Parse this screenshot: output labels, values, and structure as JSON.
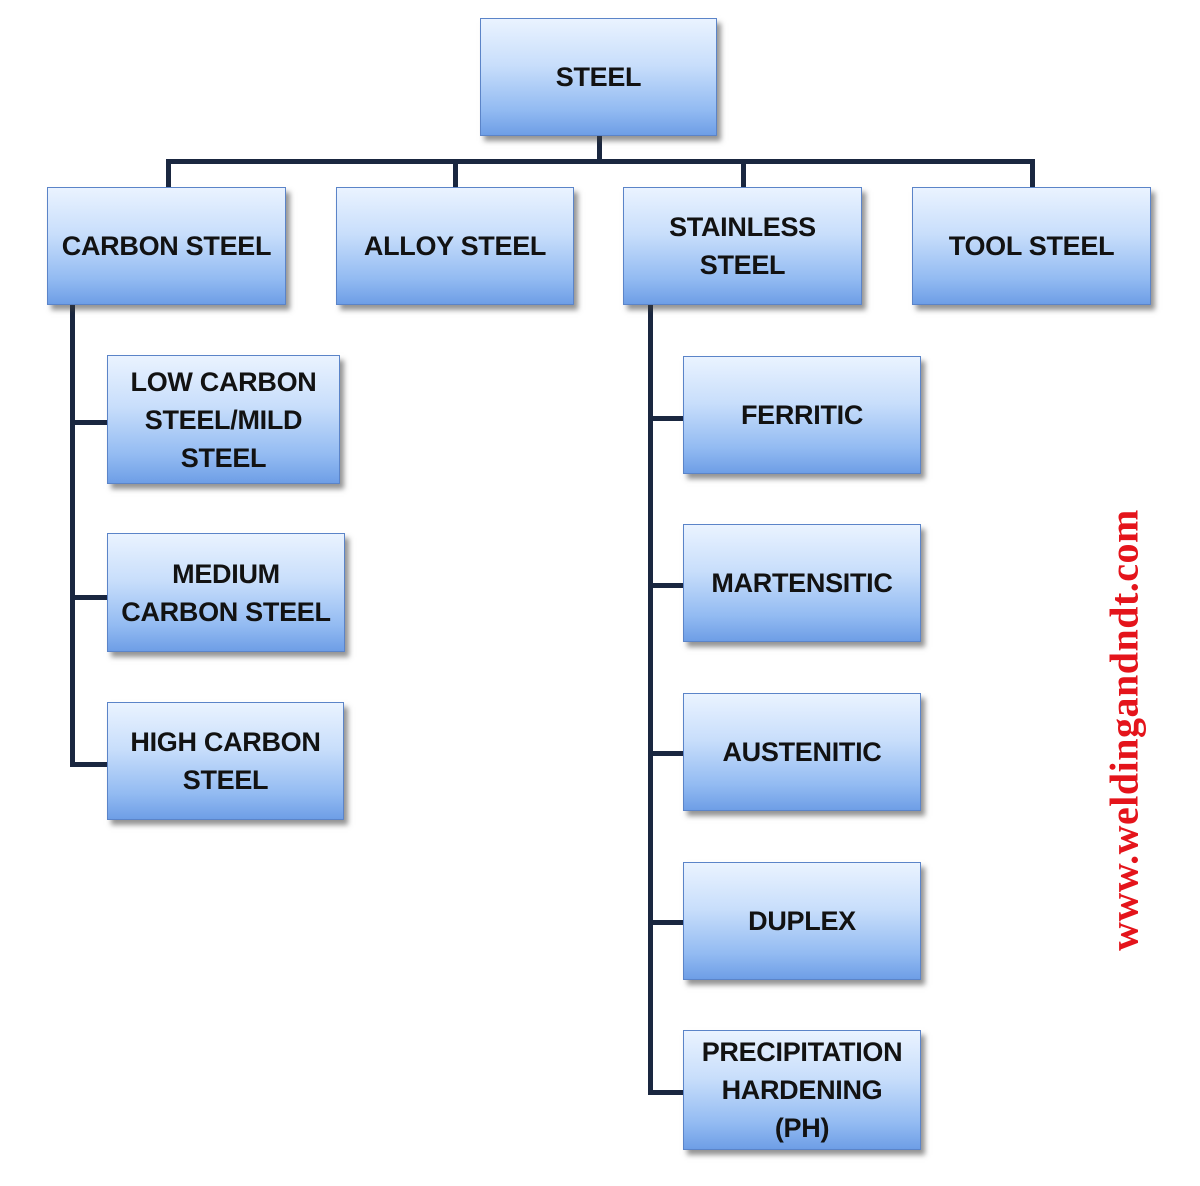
{
  "diagram": {
    "root": {
      "label": "STEEL"
    },
    "categories": [
      {
        "label": "CARBON STEEL"
      },
      {
        "label": "ALLOY STEEL"
      },
      {
        "label": "STAINLESS STEEL"
      },
      {
        "label": "TOOL STEEL"
      }
    ],
    "carbon_steel_types": [
      {
        "label": "LOW CARBON\nSTEEL/MILD\nSTEEL"
      },
      {
        "label": "MEDIUM\nCARBON STEEL"
      },
      {
        "label": "HIGH CARBON\nSTEEL"
      }
    ],
    "stainless_steel_types": [
      {
        "label": "FERRITIC"
      },
      {
        "label": "MARTENSITIC"
      },
      {
        "label": "AUSTENITIC"
      },
      {
        "label": "DUPLEX"
      },
      {
        "label": "PRECIPITATION\nHARDENING\n(PH)"
      }
    ]
  },
  "watermark": {
    "text": "www.weldingandndt.com",
    "color": "#e4141b"
  },
  "colors": {
    "node_top": "#eaf3ff",
    "node_bottom": "#6e9ee6",
    "node_border": "#5b84c8",
    "connector": "#1a2740"
  }
}
